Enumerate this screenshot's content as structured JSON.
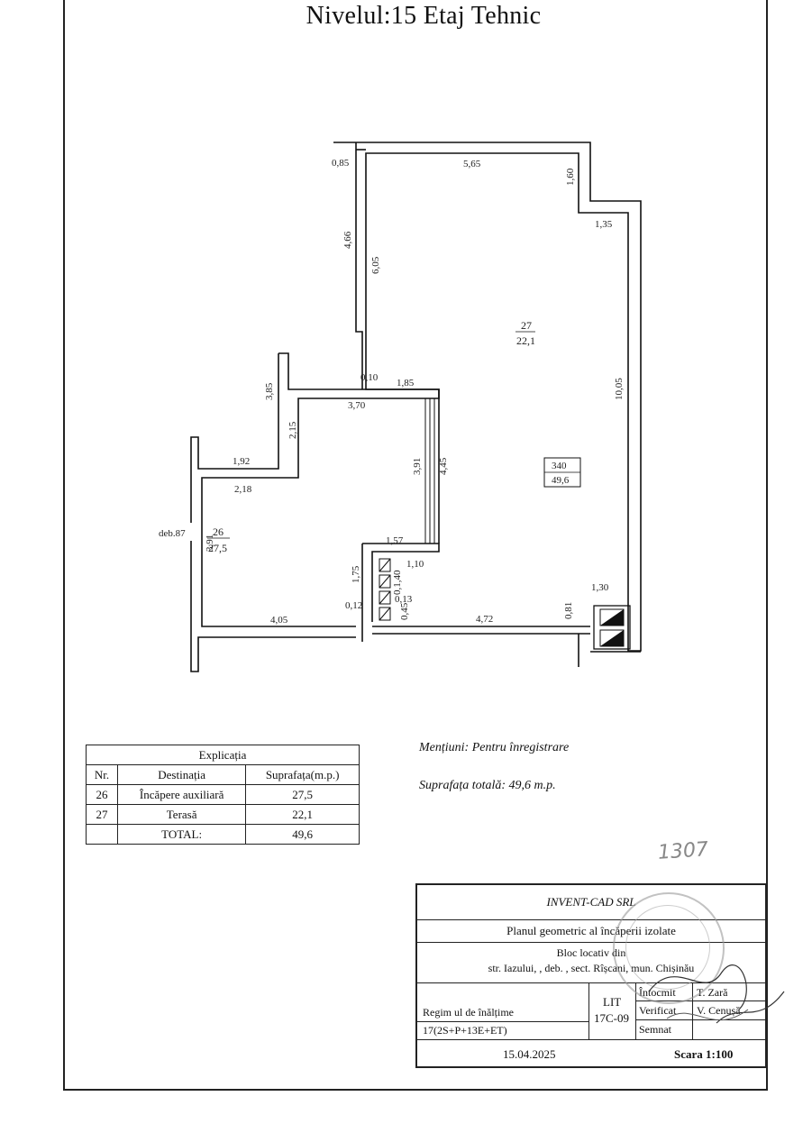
{
  "page": {
    "title": "Nivelul:15 Etaj Tehnic"
  },
  "plan": {
    "dims": {
      "d085": "0,85",
      "d565": "5,65",
      "d160": "1,60",
      "d135": "1,35",
      "d466": "4,66",
      "d605": "6,05",
      "d010": "0,10",
      "d185": "1,85",
      "d385": "3,85",
      "d370": "3,70",
      "d215": "2,15",
      "d192": "1,92",
      "d218": "2,18",
      "d391a": "3,91",
      "d445": "4,45",
      "d1005": "10,05",
      "deb87": "deb.87",
      "d391b": "3,91",
      "d157": "1,57",
      "d110": "1,10",
      "d175": "1,75",
      "d140": "0,1,40",
      "d012": "0,12",
      "d013": "0,13",
      "d045": "0,45",
      "d405": "4,05",
      "d472": "4,72",
      "d081": "0,81",
      "d130": "1,30"
    },
    "room27": {
      "number": "27",
      "area": "22,1"
    },
    "room26": {
      "number": "26",
      "area": "27,5"
    },
    "total_box": {
      "code": "340",
      "area": "49,6"
    }
  },
  "table": {
    "title": "Explicația",
    "headers": [
      "Nr.",
      "Destinația",
      "Suprafața(m.p.)"
    ],
    "rows": [
      [
        "26",
        "Încăpere auxiliară",
        "27,5"
      ],
      [
        "27",
        "Terasă",
        "22,1"
      ]
    ],
    "total_label": "TOTAL:",
    "total_value": "49,6"
  },
  "notes": {
    "mentions": "Mențiuni: Pentru înregistrare",
    "total_area": "Suprafața totală: 49,6 m.p.",
    "handwritten": "1307"
  },
  "stamp": {
    "company": "INVENT-CAD SRL",
    "doc_title": "Planul geometric al încăperii izolate",
    "bloc": "Bloc locativ din",
    "address": "str. Iazului,    , deb.    , sect. Rîșcani, mun. Chișinău",
    "regim_label": "Regim ul de înălțime",
    "regim_value": "17(2S+P+13E+ET)",
    "lit_label": "LIT",
    "lit_value": "17C-09",
    "intocmit_label": "Întocmit",
    "intocmit_value": "T. Zară",
    "verificat_label": "Verificat",
    "verificat_value": "V. Cenușă",
    "semnat_label": "Semnat",
    "date": "15.04.2025",
    "scale": "Scara 1:100"
  }
}
